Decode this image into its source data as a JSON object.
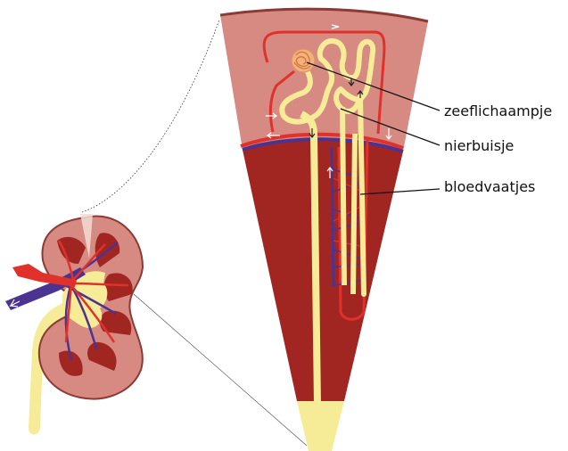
{
  "labels": {
    "glomerulus": "zeeflichaampje",
    "tubule": "nierbuisje",
    "vessels": "bloedvaatjes"
  },
  "colors": {
    "cortex": "#d68a82",
    "medulla": "#a12622",
    "urine": "#f6ec97",
    "artery": "#e0312b",
    "vein": "#4b3391",
    "glomerulus": "#f1b37c",
    "kidney_outline": "#8b3a35"
  }
}
